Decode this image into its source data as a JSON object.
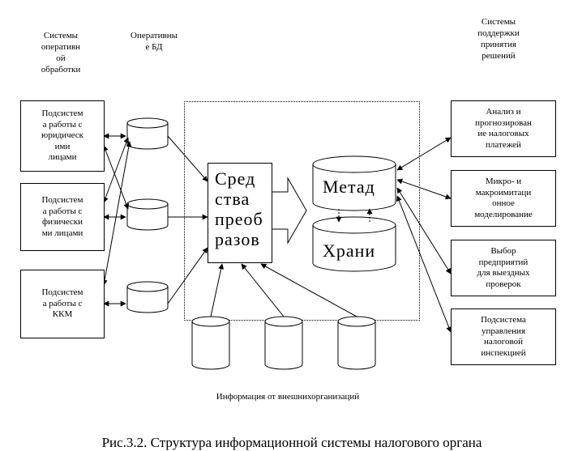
{
  "headers": {
    "col1": "Системы\nоперативн\nой\nобработки",
    "col2": "Оперативны\nе БД",
    "col3": "Системы\nподдержки\nпринятия\nрешений"
  },
  "left_boxes": [
    "Подсистем\nа работы с\nюридическ\nими\nлицами",
    "Подсистем\nа работы с\nфизически\nми лицами",
    "Подсистем\nа работы с\nККМ"
  ],
  "center": {
    "transform_label": "Сред\nства\nпреоб\nразов",
    "metadata_label": "Метад",
    "storage_label": "Храни"
  },
  "right_boxes": [
    "Анализ и\nпрогнозирован\nие налоговых\nплатежей",
    "Микро- и\nмакроимитаци\nонное\nмоделирование",
    "Выбор\nпредприятий\nдля выездных\nпроверок",
    "Подсистема\nуправления\nналоговой\nинспекцией"
  ],
  "external_caption": "Информация от внешнихорганизаций",
  "figure_title": "Рис.3.2. Структура информационной системы налогового органа"
}
